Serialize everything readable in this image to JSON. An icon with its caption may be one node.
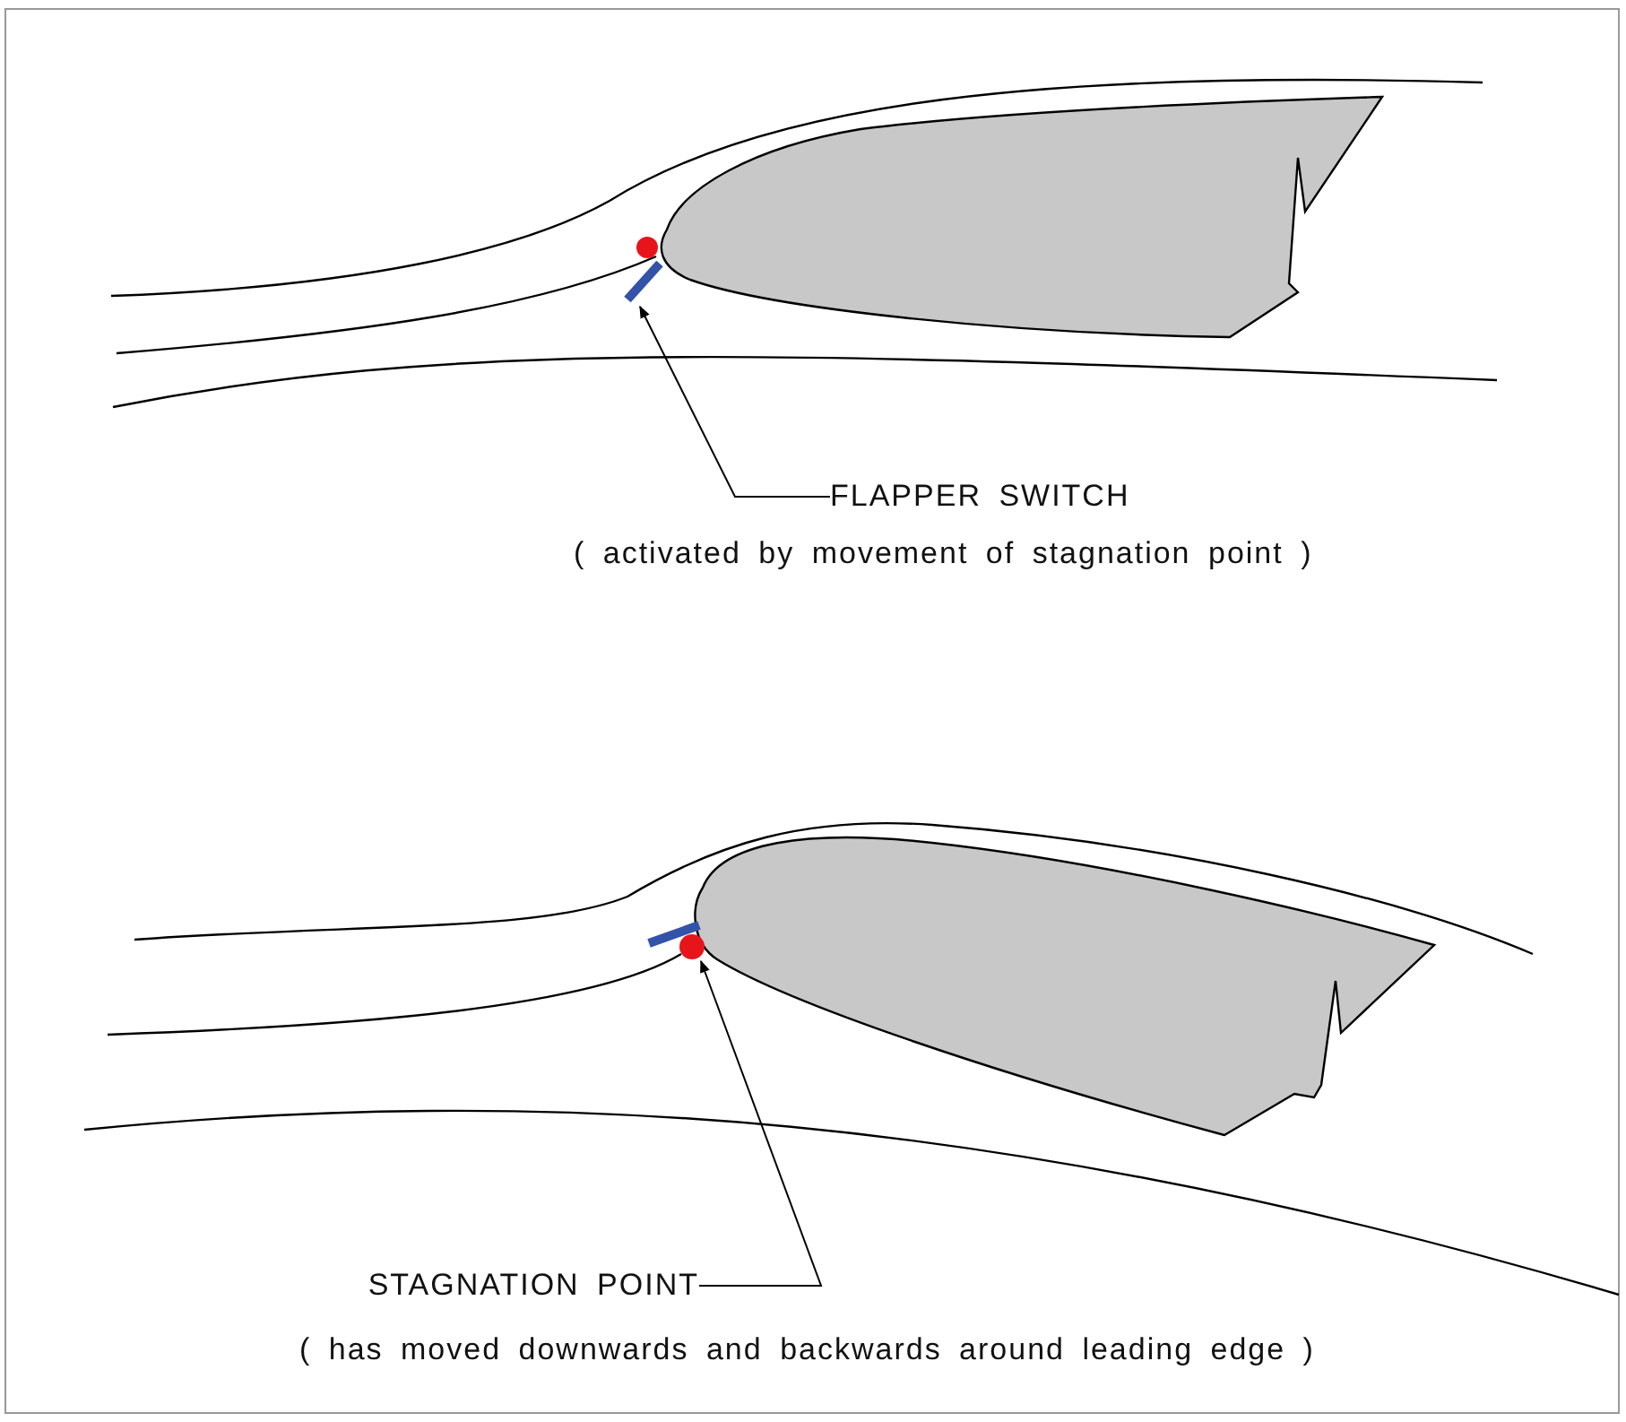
{
  "diagram": {
    "nodes": [
      {
        "text": [
          "FLAPPER SWITCH"
        ],
        "beside": [
          "( activated by movement of stagnation point )"
        ]
      },
      {
        "text": [],
        "shape": "bar"
      },
      {
        "text": [
          "STAGNATION POINT"
        ],
        "beside": [
          "( has moved downwards and backwards around leading edge )"
        ]
      },
      {
        "text": [],
        "shape": "circle"
      }
    ],
    "edges": [
      {
        "from": 0,
        "to": 1,
        "arrow": "to"
      },
      {
        "from": 2,
        "to": 3,
        "arrow": "to"
      }
    ]
  }
}
